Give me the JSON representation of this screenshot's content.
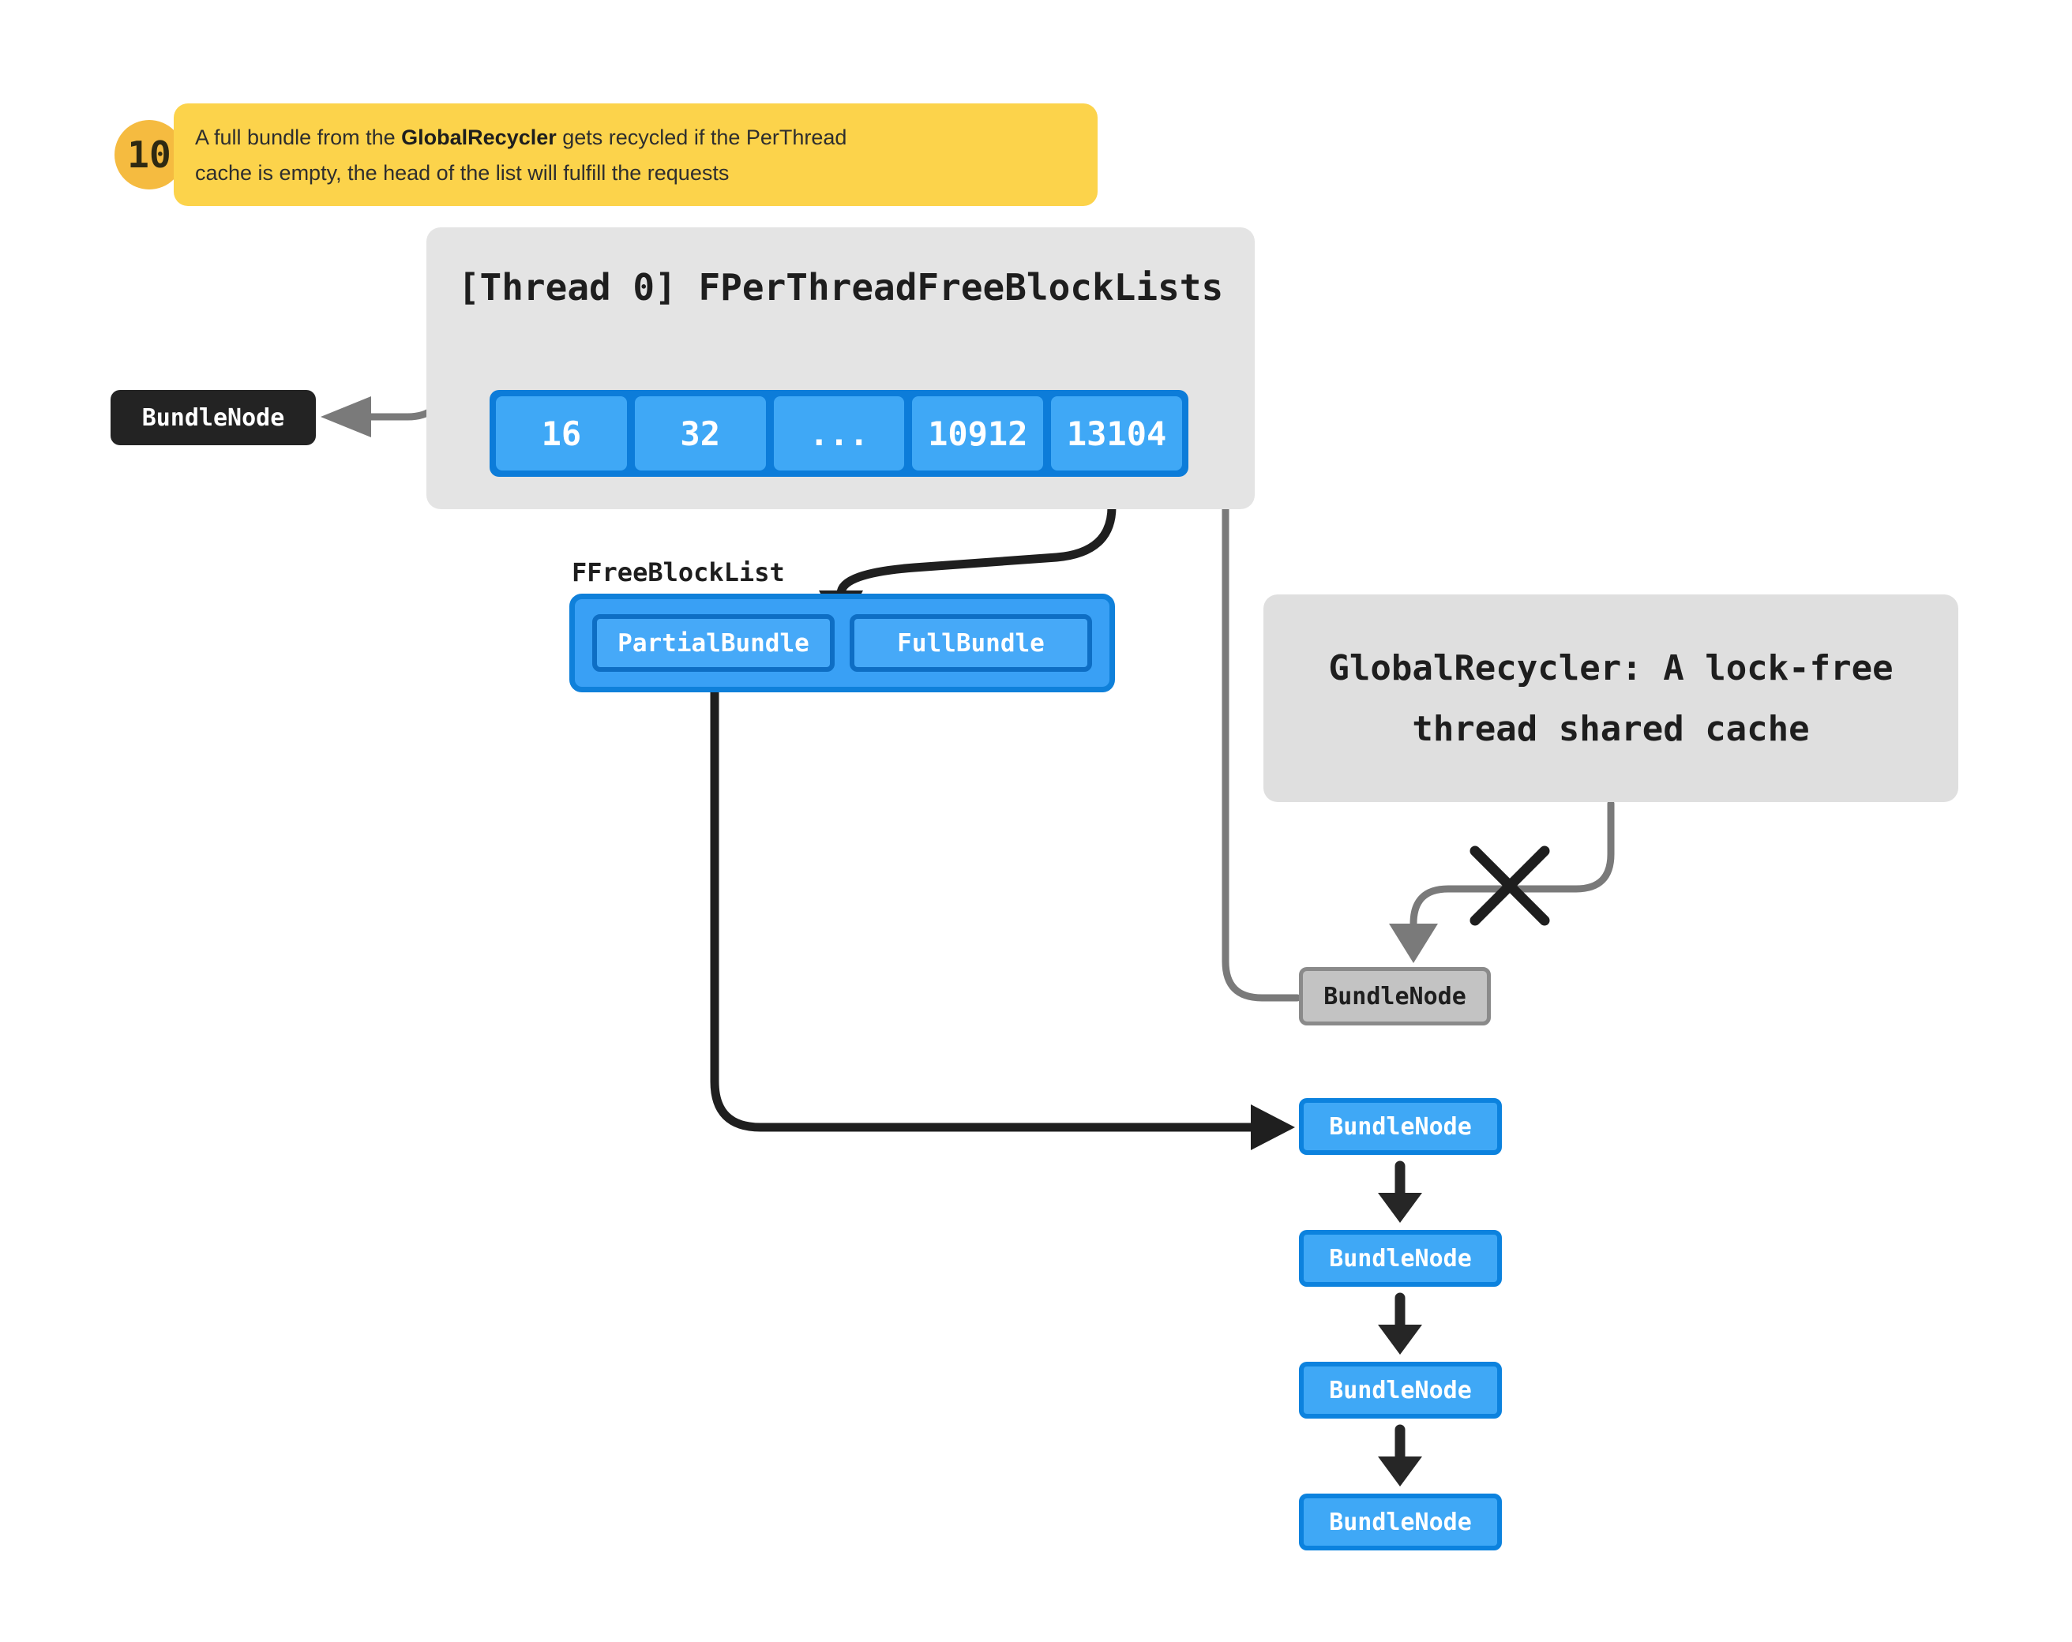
{
  "note": {
    "badge": "10",
    "line1_pre": "A full bundle from the ",
    "line1_bold": "GlobalRecycler",
    "line1_post": " gets recycled if the PerThread",
    "line2": "cache is empty, the head of the list will fulfill the requests"
  },
  "thread_panel": {
    "title": "[Thread 0] FPerThreadFreeBlockLists",
    "cells": [
      "16",
      "32",
      "...",
      "10912",
      "13104"
    ]
  },
  "free_block_list": {
    "label": "FFreeBlockList",
    "partial_label": "PartialBundle",
    "full_label": "FullBundle"
  },
  "global_recycler": {
    "title_line1": "GlobalRecycler: A lock-free",
    "title_line2": "thread shared cache"
  },
  "bundle_nodes": {
    "left": "BundleNode",
    "recycled": "BundleNode",
    "chain": [
      "BundleNode",
      "BundleNode",
      "BundleNode",
      "BundleNode"
    ]
  },
  "colors": {
    "note_yellow": "#FCD34B",
    "badge_yellow": "#F5BB40",
    "panel_gray": "#E4E4E4",
    "recycler_gray": "#DFDFDF",
    "blue_light": "#3FA8F6",
    "blue_dark": "#0C7CD9",
    "blue_border": "#0F80DA",
    "node_black_bg": "#232323",
    "node_gray_fill": "#C3C3C3",
    "node_gray_border": "#8A8A8A",
    "connector_gray": "#7A7A7A",
    "connector_black": "#1F1F1F",
    "text_dark": "#1E1E1E"
  }
}
